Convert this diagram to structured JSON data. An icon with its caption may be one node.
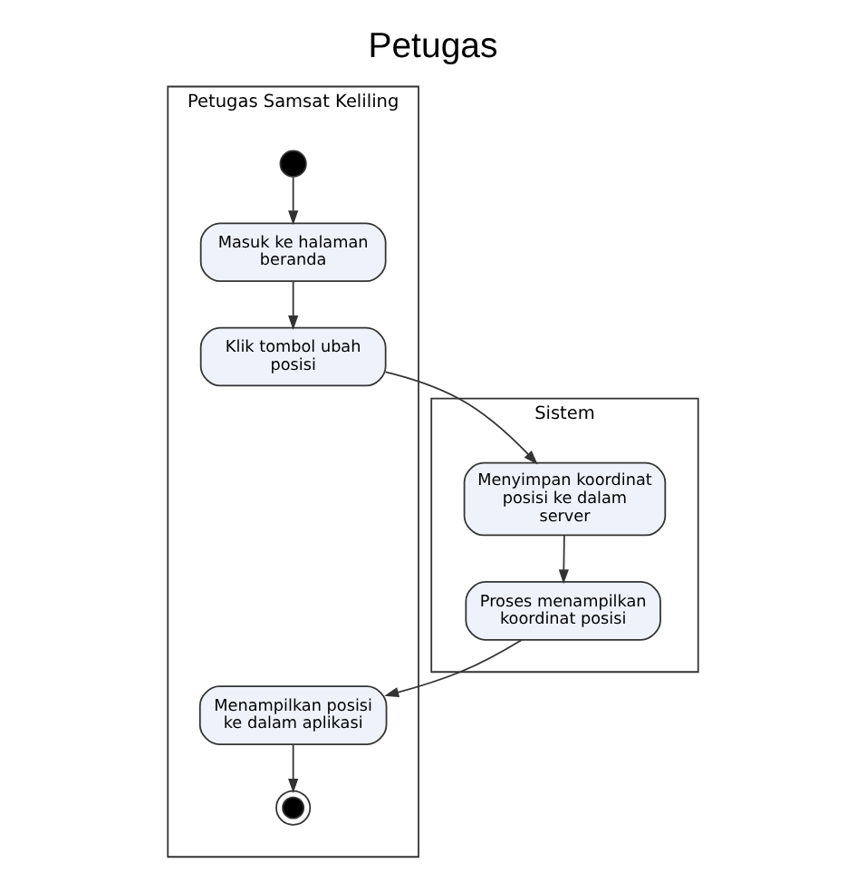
{
  "diagram": {
    "title": "Petugas",
    "nodes": [
      {
        "text": [
          "Petugas Samsat Keliling"
        ]
      },
      {
        "text": [
          "Sistem"
        ]
      },
      {
        "text": [],
        "shape": "circle",
        "in": 0
      },
      {
        "text": [
          "Masuk ke halaman beranda"
        ],
        "in": 0
      },
      {
        "text": [
          "Klik tombol ubah posisi"
        ],
        "in": 0
      },
      {
        "text": [
          "Menyimpan koordinat posisi ke dalam server"
        ],
        "in": 1
      },
      {
        "text": [
          "Proses menampilkan koordinat posisi"
        ],
        "in": 1
      },
      {
        "text": [
          "Menampilkan posisi ke dalam aplikasi"
        ],
        "in": 0
      },
      {
        "text": [],
        "shape": "circle",
        "in": 0
      }
    ],
    "edges": [
      {
        "from": 2,
        "to": 3,
        "arrow": "to"
      },
      {
        "from": 3,
        "to": 4,
        "arrow": "to"
      },
      {
        "from": 4,
        "to": 5,
        "arrow": "to"
      },
      {
        "from": 5,
        "to": 6,
        "arrow": "to"
      },
      {
        "from": 6,
        "to": 7,
        "arrow": "to"
      },
      {
        "from": 7,
        "to": 8,
        "arrow": "to"
      }
    ]
  }
}
